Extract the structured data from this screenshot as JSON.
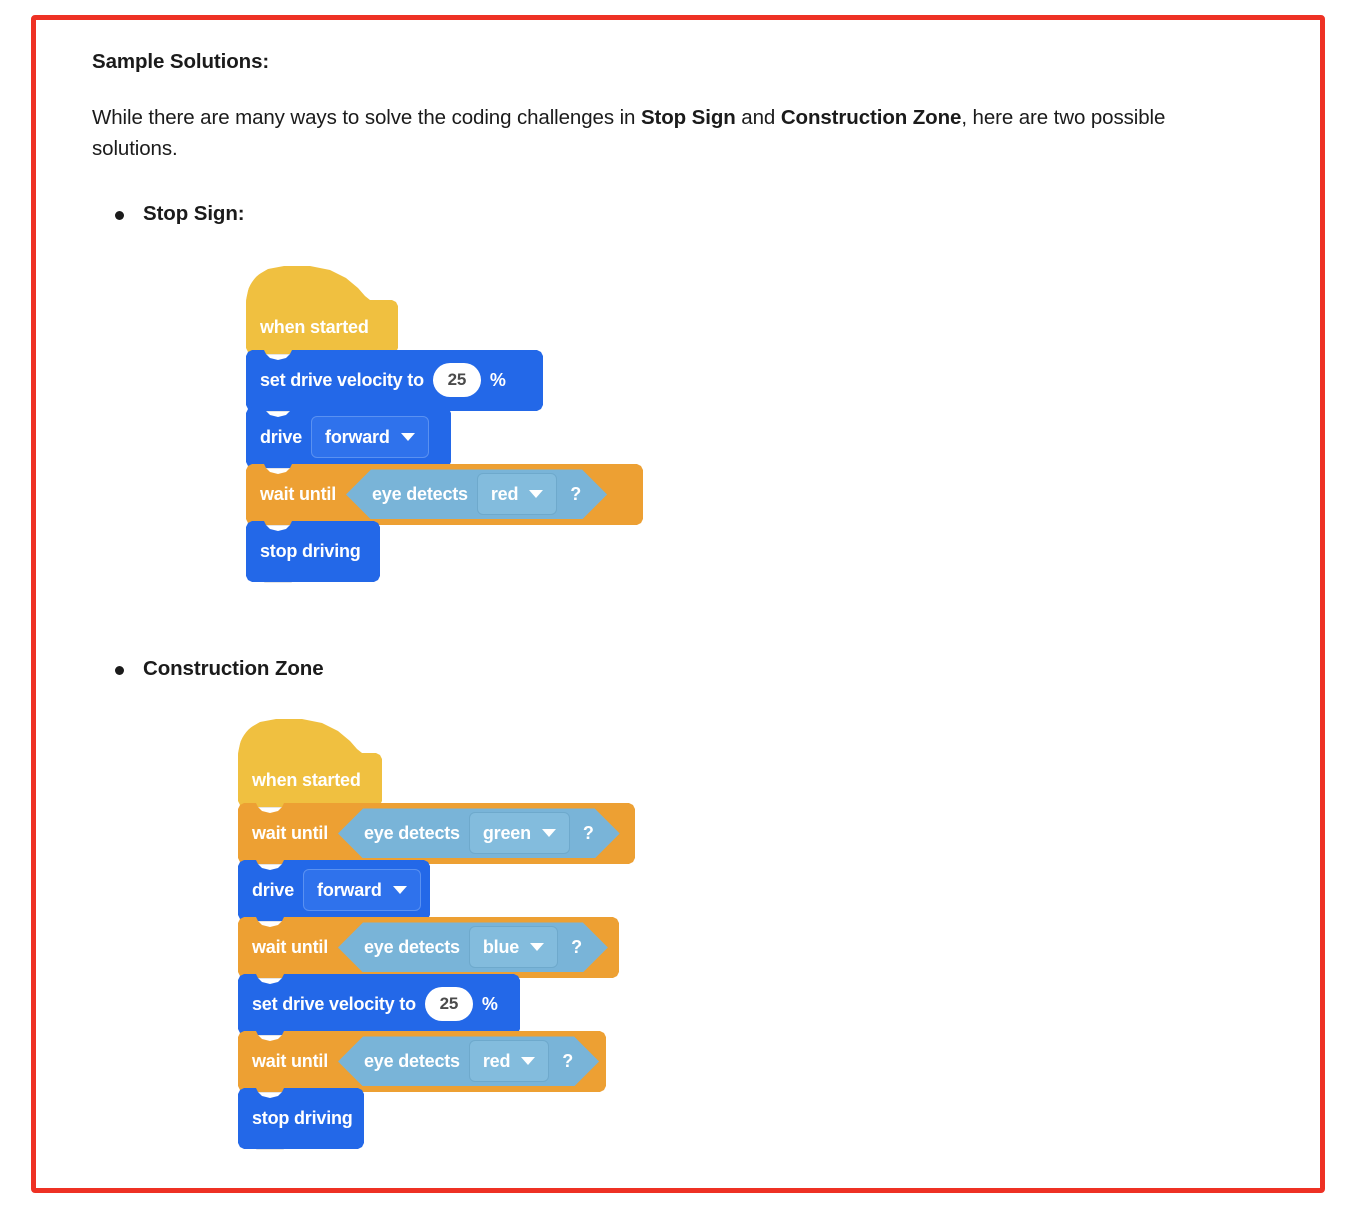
{
  "document": {
    "border_color": "#ee3124",
    "heading": "Sample Solutions:",
    "intro": {
      "part1": "While there are many ways to solve the coding challenges in ",
      "bold1": "Stop Sign",
      "part2": " and ",
      "bold2": "Construction Zone",
      "part3": ", here are two possible solutions."
    }
  },
  "colors": {
    "event_yellow": "#f0c040",
    "motion_blue": "#2368e8",
    "control_orange": "#eda033",
    "sensing_light_blue": "#79b4d8",
    "input_white": "#ffffff",
    "text_dark": "#1b1b1b"
  },
  "solutions": [
    {
      "bullet_label": "Stop Sign:",
      "blocks": [
        {
          "kind": "hat",
          "category": "event",
          "label": "when started"
        },
        {
          "kind": "stack",
          "category": "motion",
          "label": "set drive velocity to",
          "value": "25",
          "unit": "%"
        },
        {
          "kind": "stack",
          "category": "motion",
          "label": "drive",
          "dropdown": "forward"
        },
        {
          "kind": "stack",
          "category": "control",
          "label": "wait until",
          "bool_label": "eye detects",
          "bool_dropdown": "red",
          "question": "?"
        },
        {
          "kind": "stack",
          "category": "motion",
          "label": "stop driving"
        }
      ]
    },
    {
      "bullet_label": "Construction Zone",
      "blocks": [
        {
          "kind": "hat",
          "category": "event",
          "label": "when started"
        },
        {
          "kind": "stack",
          "category": "control",
          "label": "wait until",
          "bool_label": "eye detects",
          "bool_dropdown": "green",
          "question": "?"
        },
        {
          "kind": "stack",
          "category": "motion",
          "label": "drive",
          "dropdown": "forward"
        },
        {
          "kind": "stack",
          "category": "control",
          "label": "wait until",
          "bool_label": "eye detects",
          "bool_dropdown": "blue",
          "question": "?"
        },
        {
          "kind": "stack",
          "category": "motion",
          "label": "set drive velocity to",
          "value": "25",
          "unit": "%"
        },
        {
          "kind": "stack",
          "category": "control",
          "label": "wait until",
          "bool_label": "eye detects",
          "bool_dropdown": "red",
          "question": "?"
        },
        {
          "kind": "stack",
          "category": "motion",
          "label": "stop driving"
        }
      ]
    }
  ]
}
